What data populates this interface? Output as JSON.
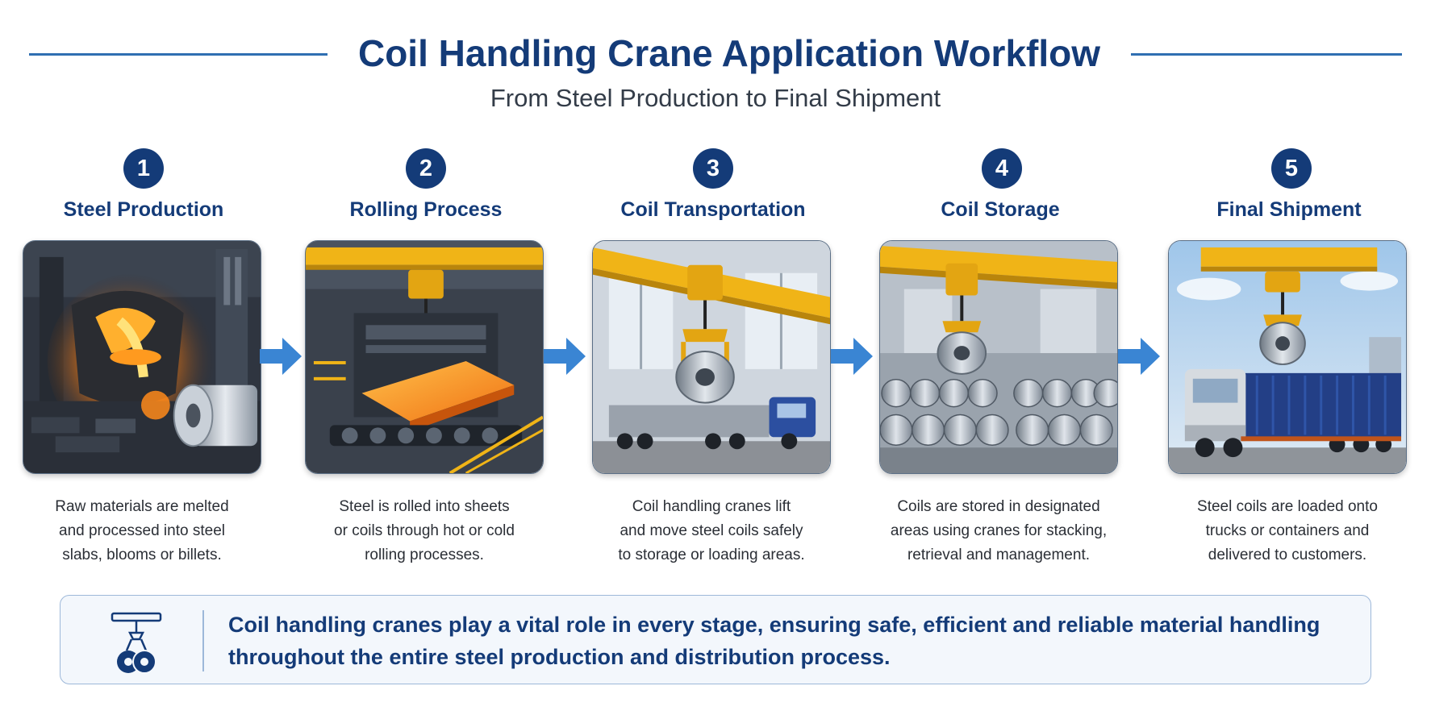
{
  "header": {
    "title": "Coil Handling Crane Application Workflow",
    "subtitle": "From Steel Production to Final Shipment"
  },
  "colors": {
    "primary": "#143b78",
    "accent": "#3a85d3",
    "crane": "#f0b417",
    "steel": "#b7bec8"
  },
  "steps": [
    {
      "number": "1",
      "title": "Steel Production",
      "image": "molten-steel-ladle-illustration",
      "description_lines": [
        "Raw materials are melted",
        "and processed into steel",
        "slabs, blooms or billets."
      ]
    },
    {
      "number": "2",
      "title": "Rolling Process",
      "image": "rolling-mill-illustration",
      "description_lines": [
        "Steel is rolled into sheets",
        "or coils through hot or cold",
        "rolling processes."
      ]
    },
    {
      "number": "3",
      "title": "Coil Transportation",
      "image": "crane-lifting-coil-to-truck-illustration",
      "description_lines": [
        "Coil handling cranes lift",
        "and move steel coils safely",
        "to storage or loading areas."
      ]
    },
    {
      "number": "4",
      "title": "Coil Storage",
      "image": "coil-warehouse-illustration",
      "description_lines": [
        "Coils are stored in designated",
        "areas using cranes for stacking,",
        "retrieval and management."
      ]
    },
    {
      "number": "5",
      "title": "Final Shipment",
      "image": "container-truck-loading-illustration",
      "description_lines": [
        "Steel coils are loaded onto",
        "trucks or containers and",
        "delivered to customers."
      ]
    }
  ],
  "footer": {
    "icon": "crane-hook-coil-icon",
    "text_lines": [
      "Coil handling cranes play a vital role in every stage, ensuring safe, efficient and reliable material handling",
      "throughout the entire steel production and distribution process."
    ]
  }
}
